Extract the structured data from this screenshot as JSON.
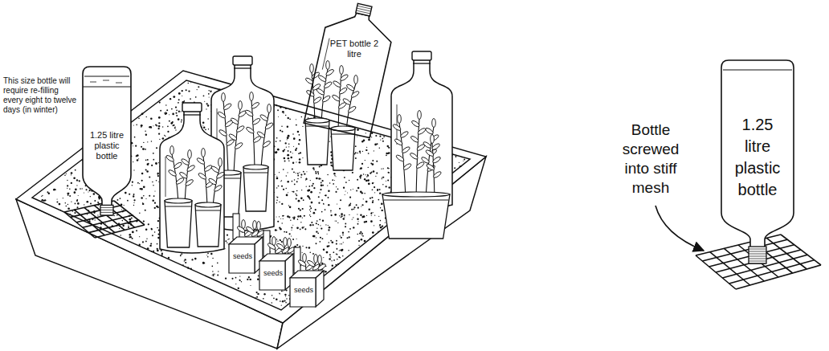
{
  "diagram": {
    "nodes": [
      {
        "text": [
          "1.25 litre plastic bottle"
        ]
      },
      {
        "text": [
          "PET bottle 2 litre"
        ]
      },
      {
        "text": [
          "seeds"
        ]
      },
      {
        "text": [
          "seeds"
        ]
      },
      {
        "text": [
          "seeds"
        ]
      },
      {
        "text": [
          "1.25 litre plastic bottle"
        ]
      }
    ],
    "labels": [
      "This size bottle will require re-filling every eight to twelve days (in winter)",
      "Bottle screwed into stiff mesh"
    ]
  }
}
